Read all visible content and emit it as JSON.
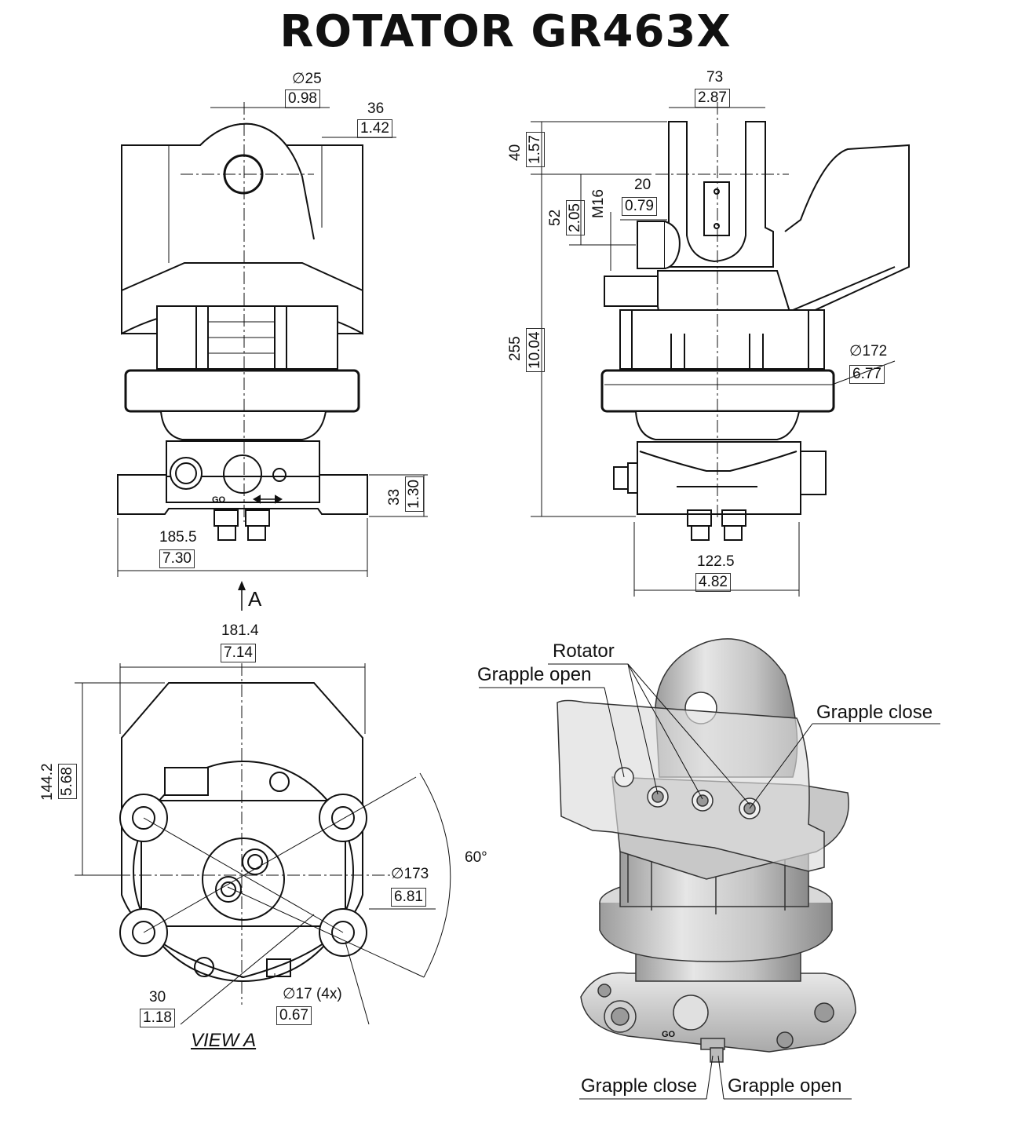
{
  "title": "ROTATOR  GR463X",
  "dimensions": {
    "pin_dia_mm": "∅25",
    "pin_dia_in": "0.98",
    "d36_mm": "36",
    "d36_in": "1.42",
    "d73_mm": "73",
    "d73_in": "2.87",
    "d40_mm": "40",
    "d40_in": "1.57",
    "d52_mm": "52",
    "d52_in": "2.05",
    "m16": "M16",
    "d20_mm": "20",
    "d20_in": "0.79",
    "d255_mm": "255",
    "d255_in": "10.04",
    "d172_mm": "∅172",
    "d172_in": "6.77",
    "d33_mm": "33",
    "d33_in": "1.30",
    "d185_mm": "185.5",
    "d185_in": "7.30",
    "d122_mm": "122.5",
    "d122_in": "4.82",
    "d181_mm": "181.4",
    "d181_in": "7.14",
    "d144_mm": "144.2",
    "d144_in": "5.68",
    "angle": "60°",
    "d173_mm": "∅173",
    "d173_in": "6.81",
    "d30_mm": "30",
    "d30_in": "1.18",
    "d17_mm": "∅17  (4x)",
    "d17_in": "0.67"
  },
  "markers": {
    "arrow_a": "A",
    "view_a": "VIEW A",
    "go": "GO"
  },
  "ports": {
    "rotator": "Rotator",
    "grapple_open_top": "Grapple open",
    "grapple_close_top": "Grapple close",
    "grapple_close_bottom": "Grapple close",
    "grapple_open_bottom": "Grapple open"
  }
}
